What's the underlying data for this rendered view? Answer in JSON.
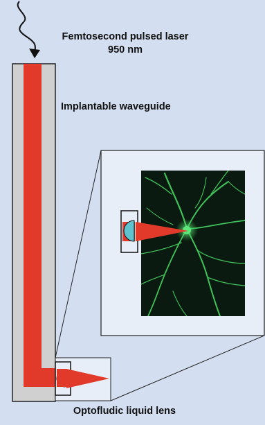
{
  "labels": {
    "laser_line1": "Femtosecond pulsed laser",
    "laser_line2": "950 nm",
    "waveguide": "Implantable waveguide",
    "lens": "Optofludic liquid lens"
  },
  "colors": {
    "background": "#d3dff0",
    "beam": "#e23a2a",
    "cladding": "#d0d0d0",
    "lens": "#5fc3cf",
    "inset_bg": "#e8eef7",
    "neuron_bg": "#0b1a10",
    "neuron": "#3fc35a"
  },
  "icons": {
    "input_arrow": "wavy-arrow-down-icon",
    "neuron_image": "neuron-micrograph"
  }
}
